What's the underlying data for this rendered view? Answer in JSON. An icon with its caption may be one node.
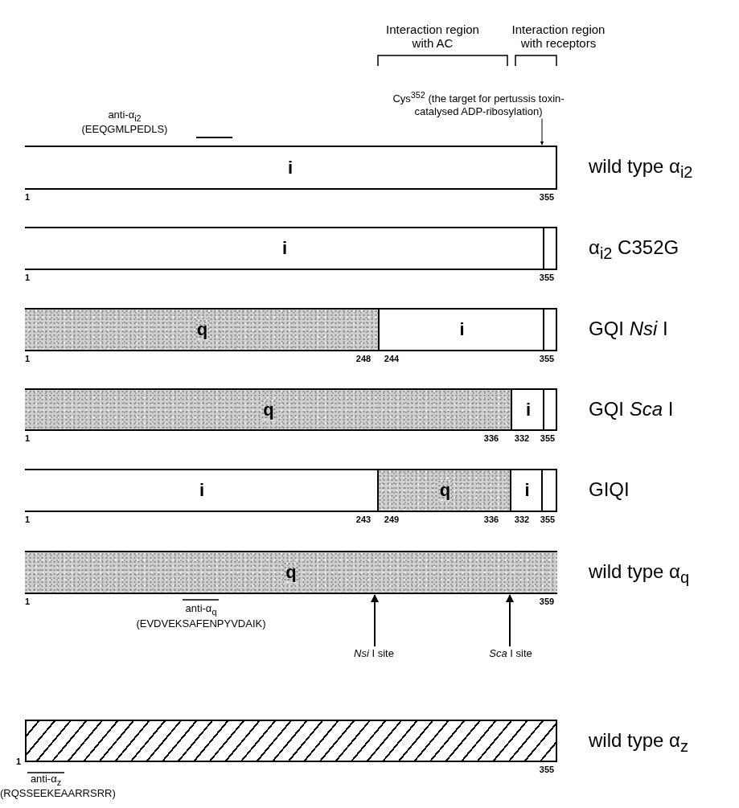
{
  "diagram": {
    "nodes": [
      {
        "text": [
          "Cys$^{352}$ (the target for pertussis toxin-catalysed ADP-ribosylation)"
        ]
      },
      {
        "text": [],
        "shape": "bar",
        "beside": [
          "wild type α$_{i2}$"
        ]
      },
      {
        "text": [
          "i"
        ],
        "in": 1
      },
      {
        "text": [],
        "shape": "bar",
        "beside": [
          "α$_{i2}$ C352G"
        ]
      },
      {
        "text": [
          "i"
        ],
        "in": 3
      },
      {
        "text": [],
        "shape": "box",
        "in": 3
      },
      {
        "text": [],
        "shape": "bar",
        "beside": [
          "GQI *Nsi* I"
        ]
      },
      {
        "text": [
          "q"
        ],
        "in": 6
      },
      {
        "text": [
          "i"
        ],
        "in": 6
      },
      {
        "text": [],
        "shape": "box",
        "in": 6
      },
      {
        "text": [],
        "shape": "bar",
        "beside": [
          "GQI *Sca* I"
        ]
      },
      {
        "text": [
          "q"
        ],
        "in": 10
      },
      {
        "text": [
          "i"
        ],
        "in": 10
      },
      {
        "text": [],
        "shape": "box",
        "in": 10
      },
      {
        "text": [],
        "shape": "bar",
        "beside": [
          "GIQI"
        ]
      },
      {
        "text": [
          "i"
        ],
        "in": 14
      },
      {
        "text": [
          "q"
        ],
        "in": 14
      },
      {
        "text": [
          "i"
        ],
        "in": 14
      },
      {
        "text": [],
        "shape": "box",
        "in": 14
      },
      {
        "text": [],
        "shape": "bar",
        "beside": [
          "wild type α$_{q}$"
        ]
      },
      {
        "text": [
          "q"
        ],
        "in": 19
      },
      {
        "text": [
          "*Nsi* I site"
        ]
      },
      {
        "text": [
          "*Sca* I site"
        ]
      },
      {
        "text": [],
        "shape": "bar",
        "beside": [
          "wild type α$_{z}$"
        ]
      }
    ],
    "edges": [
      {
        "from": 0,
        "to": 1,
        "arrow": "to"
      },
      {
        "from": 21,
        "to": 19,
        "arrow": "to"
      },
      {
        "from": 22,
        "to": 19,
        "arrow": "to"
      }
    ],
    "labels": [
      "Interaction region with AC",
      "Interaction region with receptors",
      "anti-α$_{i2}$",
      "(EEQGMLPEDLS)",
      "1",
      "355",
      "1",
      "355",
      "1",
      "248",
      "244",
      "355",
      "1",
      "336",
      "332",
      "355",
      "1",
      "243",
      "249",
      "336",
      "332",
      "355",
      "1",
      "359",
      "anti-α$_{q}$",
      "(EVDVEKSAFENPYVDAIK)",
      "1",
      "355",
      "anti-α$_{z}$",
      "(RQSSEEKEAARRSRR)"
    ]
  }
}
